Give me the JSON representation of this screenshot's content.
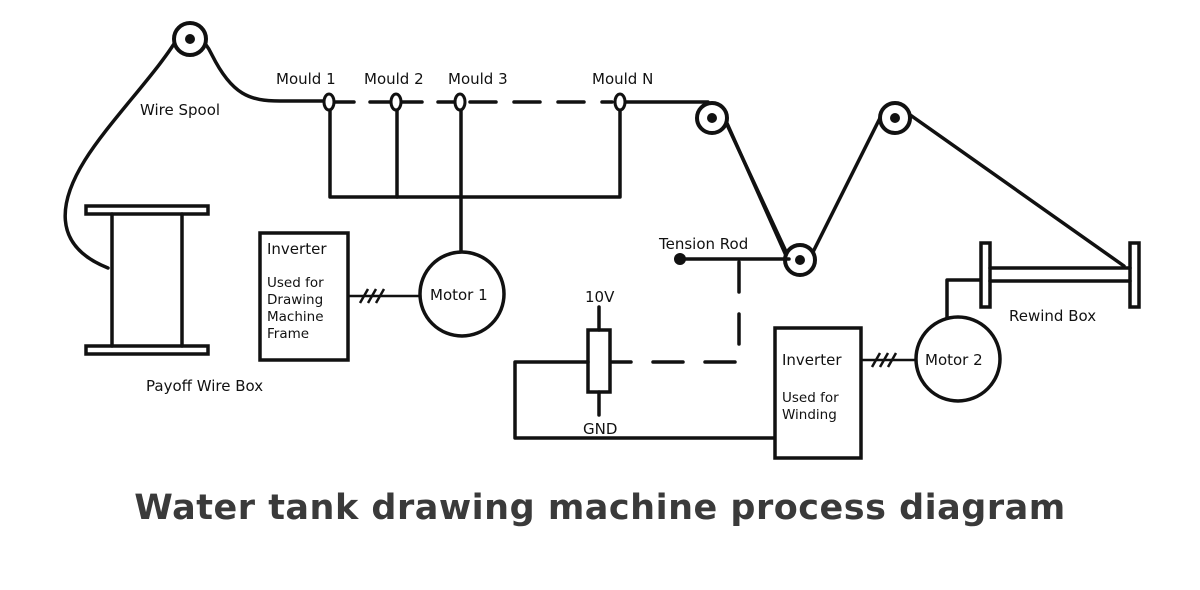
{
  "labels": {
    "wire_spool": "Wire Spool",
    "mould_1": "Mould 1",
    "mould_2": "Mould 2",
    "mould_3": "Mould 3",
    "mould_n": "Mould N",
    "tension_rod": "Tension Rod",
    "rewind_box": "Rewind Box",
    "payoff_wire_box": "Payoff Wire Box",
    "motor_1": "Motor 1",
    "motor_2": "Motor 2",
    "voltage_10v": "10V",
    "gnd": "GND"
  },
  "inverter_1": {
    "title": "Inverter",
    "desc_lines": [
      "Used for",
      "Drawing",
      "Machine",
      "Frame"
    ]
  },
  "inverter_2": {
    "title": "Inverter",
    "desc_lines": [
      "Used for",
      "Winding"
    ]
  },
  "caption": "Water tank drawing machine process diagram"
}
